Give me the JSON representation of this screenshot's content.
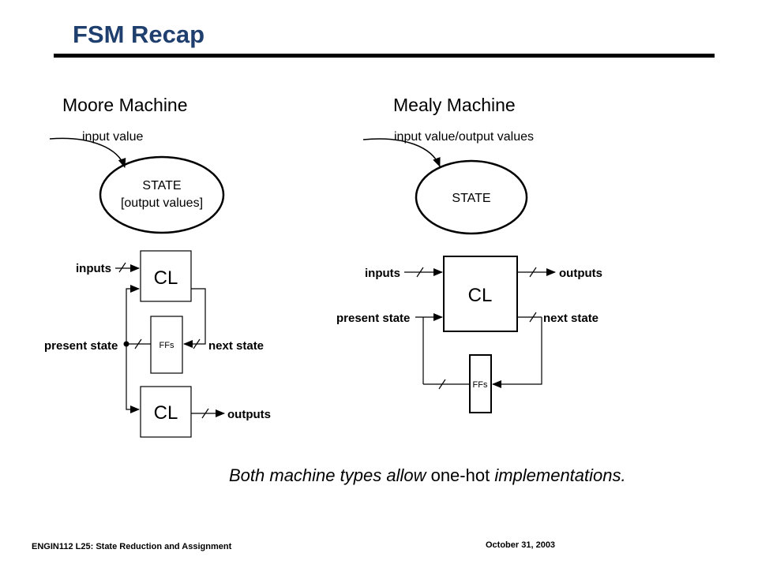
{
  "slide": {
    "title": "FSM Recap",
    "footer_left": "ENGIN112  L25: State Reduction and Assignment",
    "footer_right": "October  31, 2003"
  },
  "moore": {
    "heading": "Moore Machine",
    "arc_label": "input value",
    "state_line1": "STATE",
    "state_line2": "[output values]",
    "inputs_label": "inputs",
    "present_state_label": "present state",
    "next_state_label": "next state",
    "outputs_label": "outputs",
    "cl_top": "CL",
    "cl_bottom": "CL",
    "ffs": "FFs"
  },
  "mealy": {
    "heading": "Mealy Machine",
    "arc_label": "input value/output values",
    "state": "STATE",
    "inputs_label": "inputs",
    "outputs_label": "outputs",
    "present_state_label": "present state",
    "next_state_label": "next state",
    "cl": "CL",
    "ffs": "FFs"
  },
  "caption": {
    "part1": "Both machine types allow ",
    "part2": "one-hot",
    "part3": " implementations."
  }
}
